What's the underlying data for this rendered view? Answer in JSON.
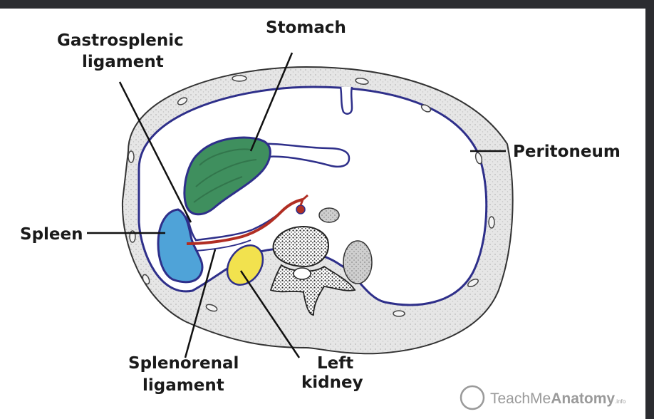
{
  "labels": {
    "stomach": "Stomach",
    "gastrosplenic_1": "Gastrosplenic",
    "gastrosplenic_2": "ligament",
    "peritoneum": "Peritoneum",
    "spleen": "Spleen",
    "splenorenal_1": "Splenorenal",
    "splenorenal_2": "ligament",
    "left_kidney_1": "Left",
    "left_kidney_2": "kidney"
  },
  "watermark": {
    "copyright": "©",
    "brand_light": "TeachMe",
    "brand_bold": "Anatomy",
    "brand_suffix": ".info"
  },
  "colors": {
    "stomach": "#3f8f5e",
    "spleen": "#4fa3d8",
    "kidney": "#f2e24e",
    "peritoneum": "#2e2f8a",
    "vessel": "#b12e23"
  }
}
